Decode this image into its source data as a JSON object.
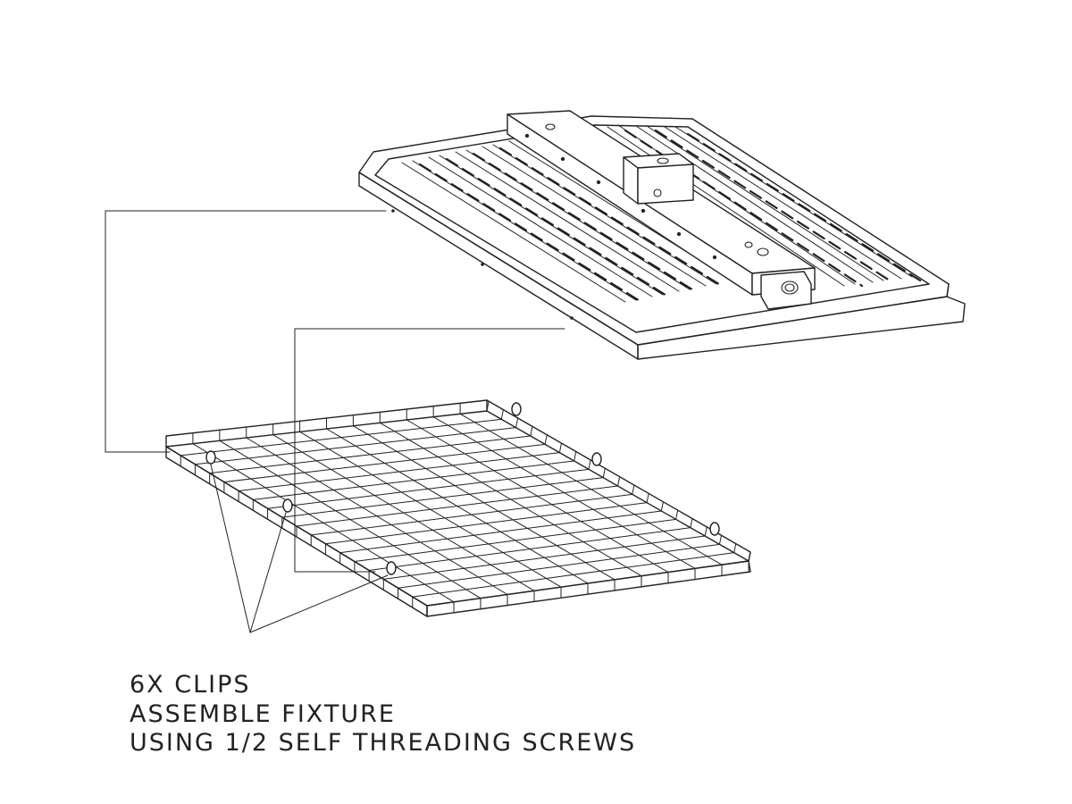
{
  "diagram": {
    "parts": {
      "fixture": "high-bay-light-fixture",
      "guard": "wire-grid-guard",
      "clips": "clip"
    },
    "instructions": [
      "6X CLIPS",
      "ASSEMBLE FIXTURE",
      "USING 1/2 SELF THREADING SCREWS"
    ],
    "colors": {
      "line": "#222222",
      "background": "#ffffff"
    }
  }
}
